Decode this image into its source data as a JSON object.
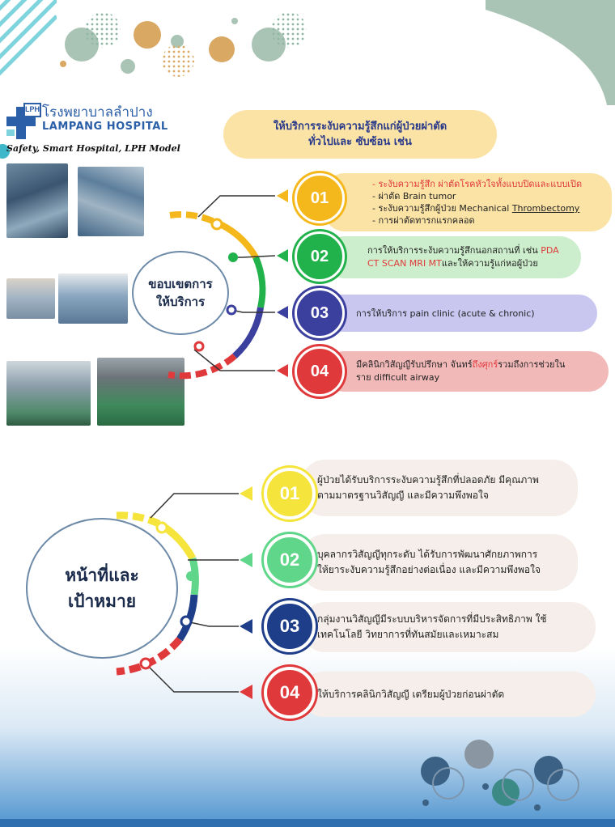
{
  "colors": {
    "yellow": "#f5b81c",
    "green": "#22b24c",
    "blue": "#3b3f9e",
    "red": "#e0393b",
    "mint": "#5fd68a",
    "navy": "#1f3e8a",
    "teal_stripe": "#7fd3dd",
    "sage": "#a9c4b4"
  },
  "logo": {
    "mark": "LPH",
    "name_th": "โรงพยาบาลลำปาง",
    "name_en": "LAMPANG HOSPITAL",
    "tagline": "Safety, Smart Hospital, LPH Model"
  },
  "scope": {
    "header_line1": "ให้บริการระงับความรู้สึกแก่ผู้ป่วยผ่าตัด",
    "header_line2": "ทั่วไปและ ซับซ้อน เช่น",
    "center_line1": "ขอบเขตการ",
    "center_line2": "ให้บริการ",
    "items": [
      {
        "num": "01",
        "l1_red": "- ระงับความรู้สึก ผ่าตัดโรคหัวใจทั้งแบบปิดและแบบเปิด",
        "l2": "- ผ่าตัด Brain tumor",
        "l3a": "- ระงับความรู้สึกผู้ป่วย Mechanical ",
        "l3b": "Thrombectomy",
        "l4": "- การผ่าตัดทารกแรกคลอด"
      },
      {
        "num": "02",
        "l1a": "การให้บริการระงับความรู้สึกนอกสถานที่ เช่น ",
        "l1b": "PDA",
        "l2a": "CT SCAN MRI MT",
        "l2b": "และให้ความรู้แก่หอผู้ป่วย"
      },
      {
        "num": "03",
        "l1": "การให้บริการ pain clinic (acute & chronic)"
      },
      {
        "num": "04",
        "l1a": "มีคลินิกวิสัญญีรับปรึกษา จันทร์",
        "l1b": "ถึงศุกร์",
        "l1c": "รวมถึงการช่วยใน",
        "l2": "ราย difficult airway"
      }
    ]
  },
  "goals": {
    "center_line1": "หน้าที่และ",
    "center_line2": "เป้าหมาย",
    "items": [
      {
        "num": "01",
        "l1": "ผู้ป่วยได้รับบริการระงับความรู้สึกที่ปลอดภัย มีคุณภาพ",
        "l2": "ตามมาตรฐานวิสัญญี และมีความพึงพอใจ"
      },
      {
        "num": "02",
        "l1": "บุคลากรวิสัญญีทุกระดับ ได้รับการพัฒนาศักยภาพการ",
        "l2": "ให้ยาระงับความรู้สึกอย่างต่อเนื่อง และมีความพึงพอใจ"
      },
      {
        "num": "03",
        "l1": "กลุ่มงานวิสัญญีมีระบบบริหารจัดการที่มีประสิทธิภาพ ใช้",
        "l2": "เทคโนโลยี วิทยาการที่ทันสมัยและเหมาะสม"
      },
      {
        "num": "04",
        "l1": "ให้บริการคลินิกวิสัญญี เตรียมผู้ป่วยก่อนผ่าตัด",
        "l2": ""
      }
    ]
  }
}
